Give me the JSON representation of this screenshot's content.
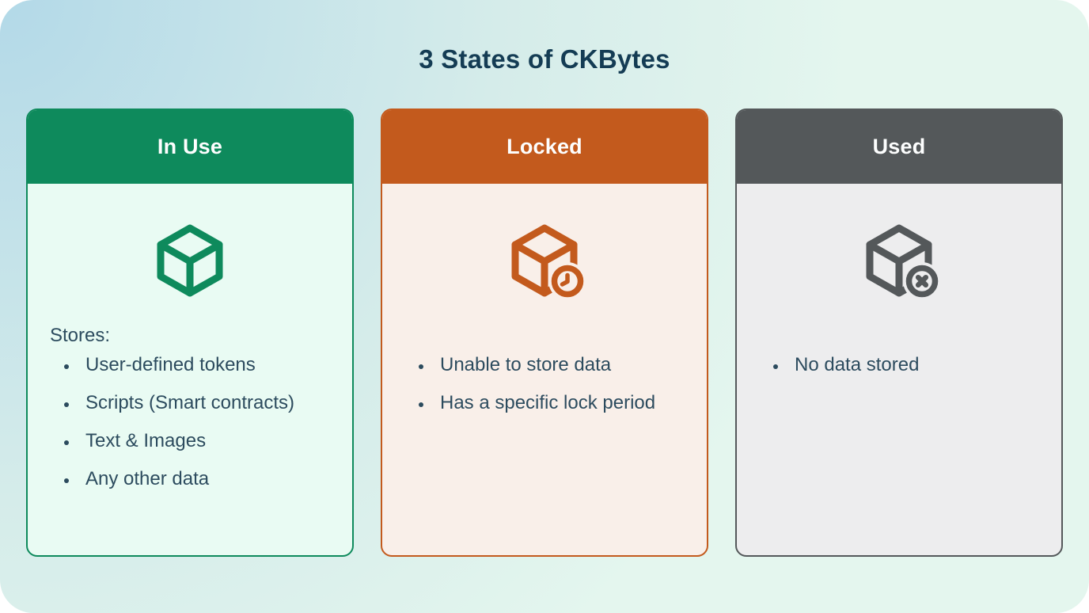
{
  "page": {
    "title": "3 States of CKBytes",
    "background_gradient": [
      "#b3d9e8",
      "#d5ecea",
      "#e4f6ee"
    ],
    "title_color": "#143c54",
    "text_color": "#2c4b5e"
  },
  "cards": [
    {
      "id": "in-use",
      "title": "In Use",
      "icon": "cube-icon",
      "header_color": "#0e8a5c",
      "body_color": "#e9fbf3",
      "label": "Stores:",
      "bullets": [
        "User-defined tokens",
        "Scripts (Smart contracts)",
        "Text & Images",
        "Any other data"
      ]
    },
    {
      "id": "locked",
      "title": "Locked",
      "icon": "cube-clock-icon",
      "header_color": "#c35a1d",
      "body_color": "#f9efe9",
      "label": "",
      "bullets": [
        "Unable to store data",
        "Has a specific lock period"
      ]
    },
    {
      "id": "used",
      "title": "Used",
      "icon": "cube-cross-icon",
      "header_color": "#54585a",
      "body_color": "#ededee",
      "label": "",
      "bullets": [
        "No data stored"
      ]
    }
  ]
}
